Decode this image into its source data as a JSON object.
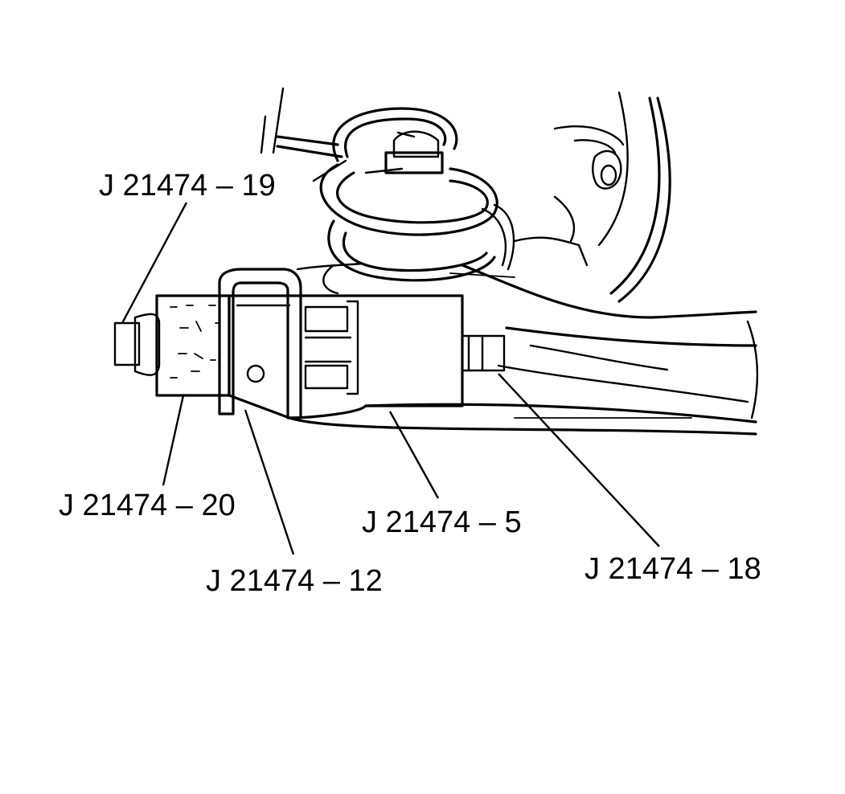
{
  "diagram": {
    "labels": {
      "j19": "J 21474 – 19",
      "j20": "J 21474 – 20",
      "j12": "J 21474 – 12",
      "j5": "J 21474 – 5",
      "j18": "J 21474 – 18"
    }
  },
  "colors": {
    "ink": "#000000",
    "tool_fill": "#d9d9d9",
    "background": "#ffffff"
  }
}
